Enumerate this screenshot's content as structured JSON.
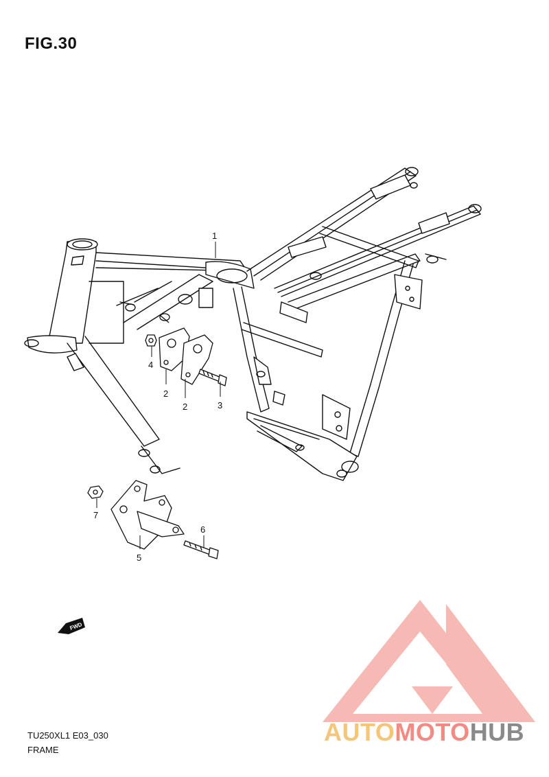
{
  "figure": {
    "title": "FIG.30",
    "model_code": "TU250XL1 E03_030",
    "section_name": "FRAME"
  },
  "callouts": [
    {
      "id": "1",
      "label": "1"
    },
    {
      "id": "2a",
      "label": "2"
    },
    {
      "id": "2b",
      "label": "2"
    },
    {
      "id": "3",
      "label": "3"
    },
    {
      "id": "4",
      "label": "4"
    },
    {
      "id": "5",
      "label": "5"
    },
    {
      "id": "6",
      "label": "6"
    },
    {
      "id": "7",
      "label": "7"
    }
  ],
  "fwd_badge": {
    "label": "FWD"
  },
  "watermark": {
    "part1": "AUTO",
    "part2": "MOTO",
    "part3": "HUB",
    "colors": {
      "part1": "#f5c67a",
      "part2": "#f28b82",
      "part3": "#8a8a8a",
      "logo": "#f28b82"
    }
  }
}
